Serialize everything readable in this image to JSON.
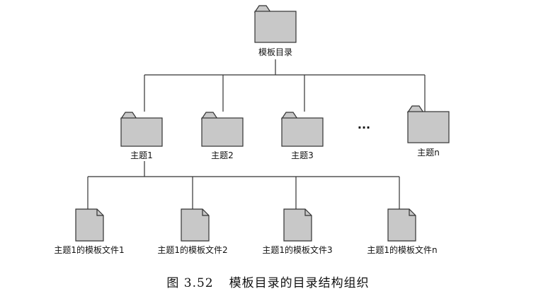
{
  "root": {
    "label": "模板目录",
    "icon": "folder-icon"
  },
  "topics": [
    {
      "label": "主题1",
      "icon": "folder-icon"
    },
    {
      "label": "主题2",
      "icon": "folder-icon"
    },
    {
      "label": "主题3",
      "icon": "folder-icon"
    },
    {
      "label": "主题n",
      "icon": "folder-icon"
    }
  ],
  "ellipsis": "...",
  "files": [
    {
      "label": "主题1的模板文件1",
      "icon": "file-icon"
    },
    {
      "label": "主题1的模板文件2",
      "icon": "file-icon"
    },
    {
      "label": "主题1的模板文件3",
      "icon": "file-icon"
    },
    {
      "label": "主题1的模板文件n",
      "icon": "file-icon"
    }
  ],
  "caption": {
    "number": "图 3.52",
    "title": "模板目录的目录结构组织"
  },
  "colors": {
    "icon_fill": "#c8c8c8",
    "icon_stroke": "#333333",
    "line": "#333333"
  }
}
